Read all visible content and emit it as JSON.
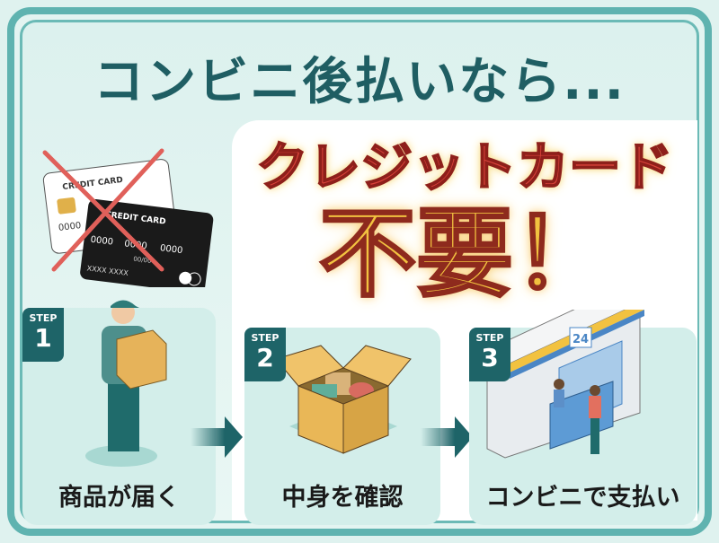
{
  "title": "コンビニ後払いなら...",
  "headline": "クレジットカード",
  "headline_emphasis": "不要！",
  "cards_illustration": {
    "card_label": "CREDIT CARD",
    "number_group": "0000",
    "expiry": "00/00",
    "name": "XXXX XXXX"
  },
  "steps": [
    {
      "badge": "STEP",
      "number": "1",
      "label": "商品が届く"
    },
    {
      "badge": "STEP",
      "number": "2",
      "label": "中身を確認"
    },
    {
      "badge": "STEP",
      "number": "3",
      "label": "コンビニで支払い"
    }
  ],
  "store_sign": "24",
  "colors": {
    "teal": "#1e6468",
    "frame": "#5fb3b0",
    "red": "#d9433a",
    "yellow": "#f2c240"
  }
}
